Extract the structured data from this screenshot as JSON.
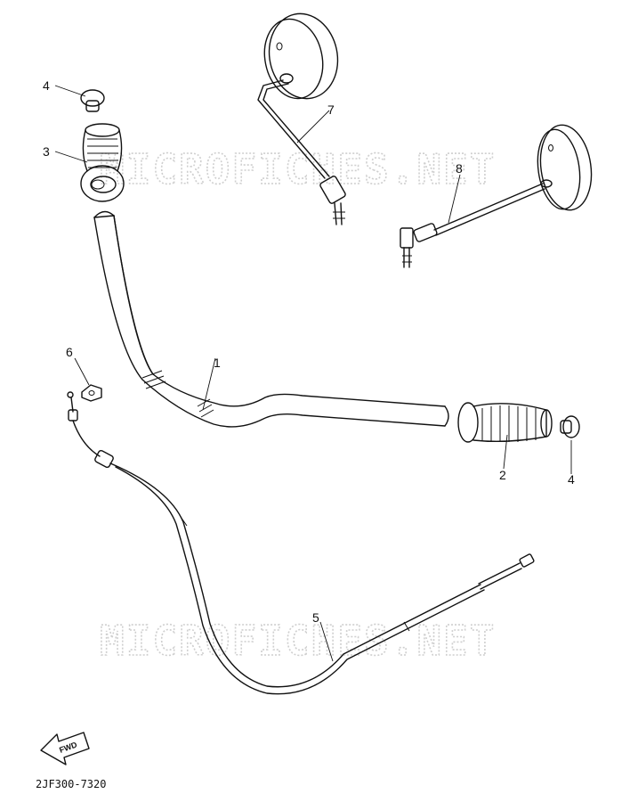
{
  "diagram": {
    "watermark": "MICROFICHES.NET",
    "part_code": "2JF300-7320",
    "forward_arrow_label": "FWD",
    "callouts": [
      {
        "id": "c4a",
        "label": "4"
      },
      {
        "id": "c3",
        "label": "3"
      },
      {
        "id": "c7",
        "label": "7"
      },
      {
        "id": "c8",
        "label": "8"
      },
      {
        "id": "c6",
        "label": "6"
      },
      {
        "id": "c1",
        "label": "1"
      },
      {
        "id": "c2",
        "label": "2"
      },
      {
        "id": "c4b",
        "label": "4"
      },
      {
        "id": "c5",
        "label": "5"
      }
    ]
  }
}
